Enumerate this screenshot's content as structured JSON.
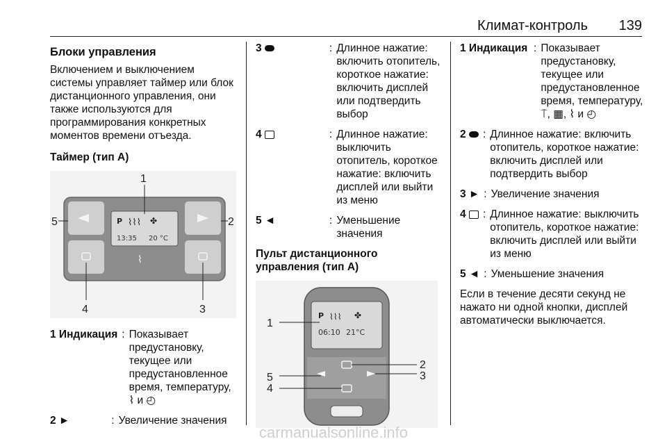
{
  "header": {
    "title": "Климат-контроль",
    "page": "139"
  },
  "col1": {
    "heading": "Блоки управления",
    "intro": "Включением и выключением системы управляет таймер или блок дистанционного управления, они также используются для программирования конкретных моментов времени отъезда.",
    "timer_heading": "Таймер (тип A)",
    "figure": {
      "display_p": "P",
      "display_time": "13:35",
      "display_temp": "20 °C",
      "callouts": [
        "1",
        "2",
        "3",
        "4",
        "5"
      ]
    },
    "items": [
      {
        "term": "1 Индикация",
        "desc": "Показывает предустановку, текущее или предустановленное время, температуру, ⌇ и ◴"
      },
      {
        "term": "2 ►",
        "desc": "Увеличение значения"
      }
    ]
  },
  "col2": {
    "items": [
      {
        "term": "3",
        "desc": "Длинное нажатие: включить отопитель, короткое нажатие: включить дисплей или подтвердить выбор"
      },
      {
        "term": "4",
        "desc": "Длинное нажатие: выключить отопитель, короткое нажатие: включить дисплей или выйти из меню"
      },
      {
        "term": "5 ◄",
        "desc": "Уменьшение значения"
      }
    ],
    "remote_heading": "Пульт дистанционного управления (тип A)",
    "figure": {
      "display_p": "P",
      "display_time": "06:10",
      "display_temp": "21°C",
      "callouts": [
        "1",
        "2",
        "3",
        "4",
        "5"
      ]
    }
  },
  "col3": {
    "items": [
      {
        "term": "1 Индикация",
        "desc": "Показывает предустановку, текущее или предустановленное время, температуру, ⍑, ▦, ⌇ и ◴"
      },
      {
        "term": "2",
        "desc": "Длинное нажатие: включить отопитель, короткое нажатие: включить дисплей или подтвердить выбор"
      },
      {
        "term": "3 ►",
        "desc": "Увеличение значения"
      },
      {
        "term": "4",
        "desc": "Длинное нажатие: выключить отопитель, короткое нажатие: включить дисплей или выйти из меню"
      },
      {
        "term": "5 ◄",
        "desc": "Уменьшение значения"
      }
    ],
    "closing": "Если в течение десяти секунд не нажато ни одной кнопки, дисплей автоматически выключается."
  },
  "footer": {
    "watermark": "carmanualsonline.info"
  },
  "colors": {
    "text": "#111111",
    "panel": "#8a8a8a",
    "panel_light": "#d8d8d8",
    "watermark": "#cfcfcf"
  }
}
